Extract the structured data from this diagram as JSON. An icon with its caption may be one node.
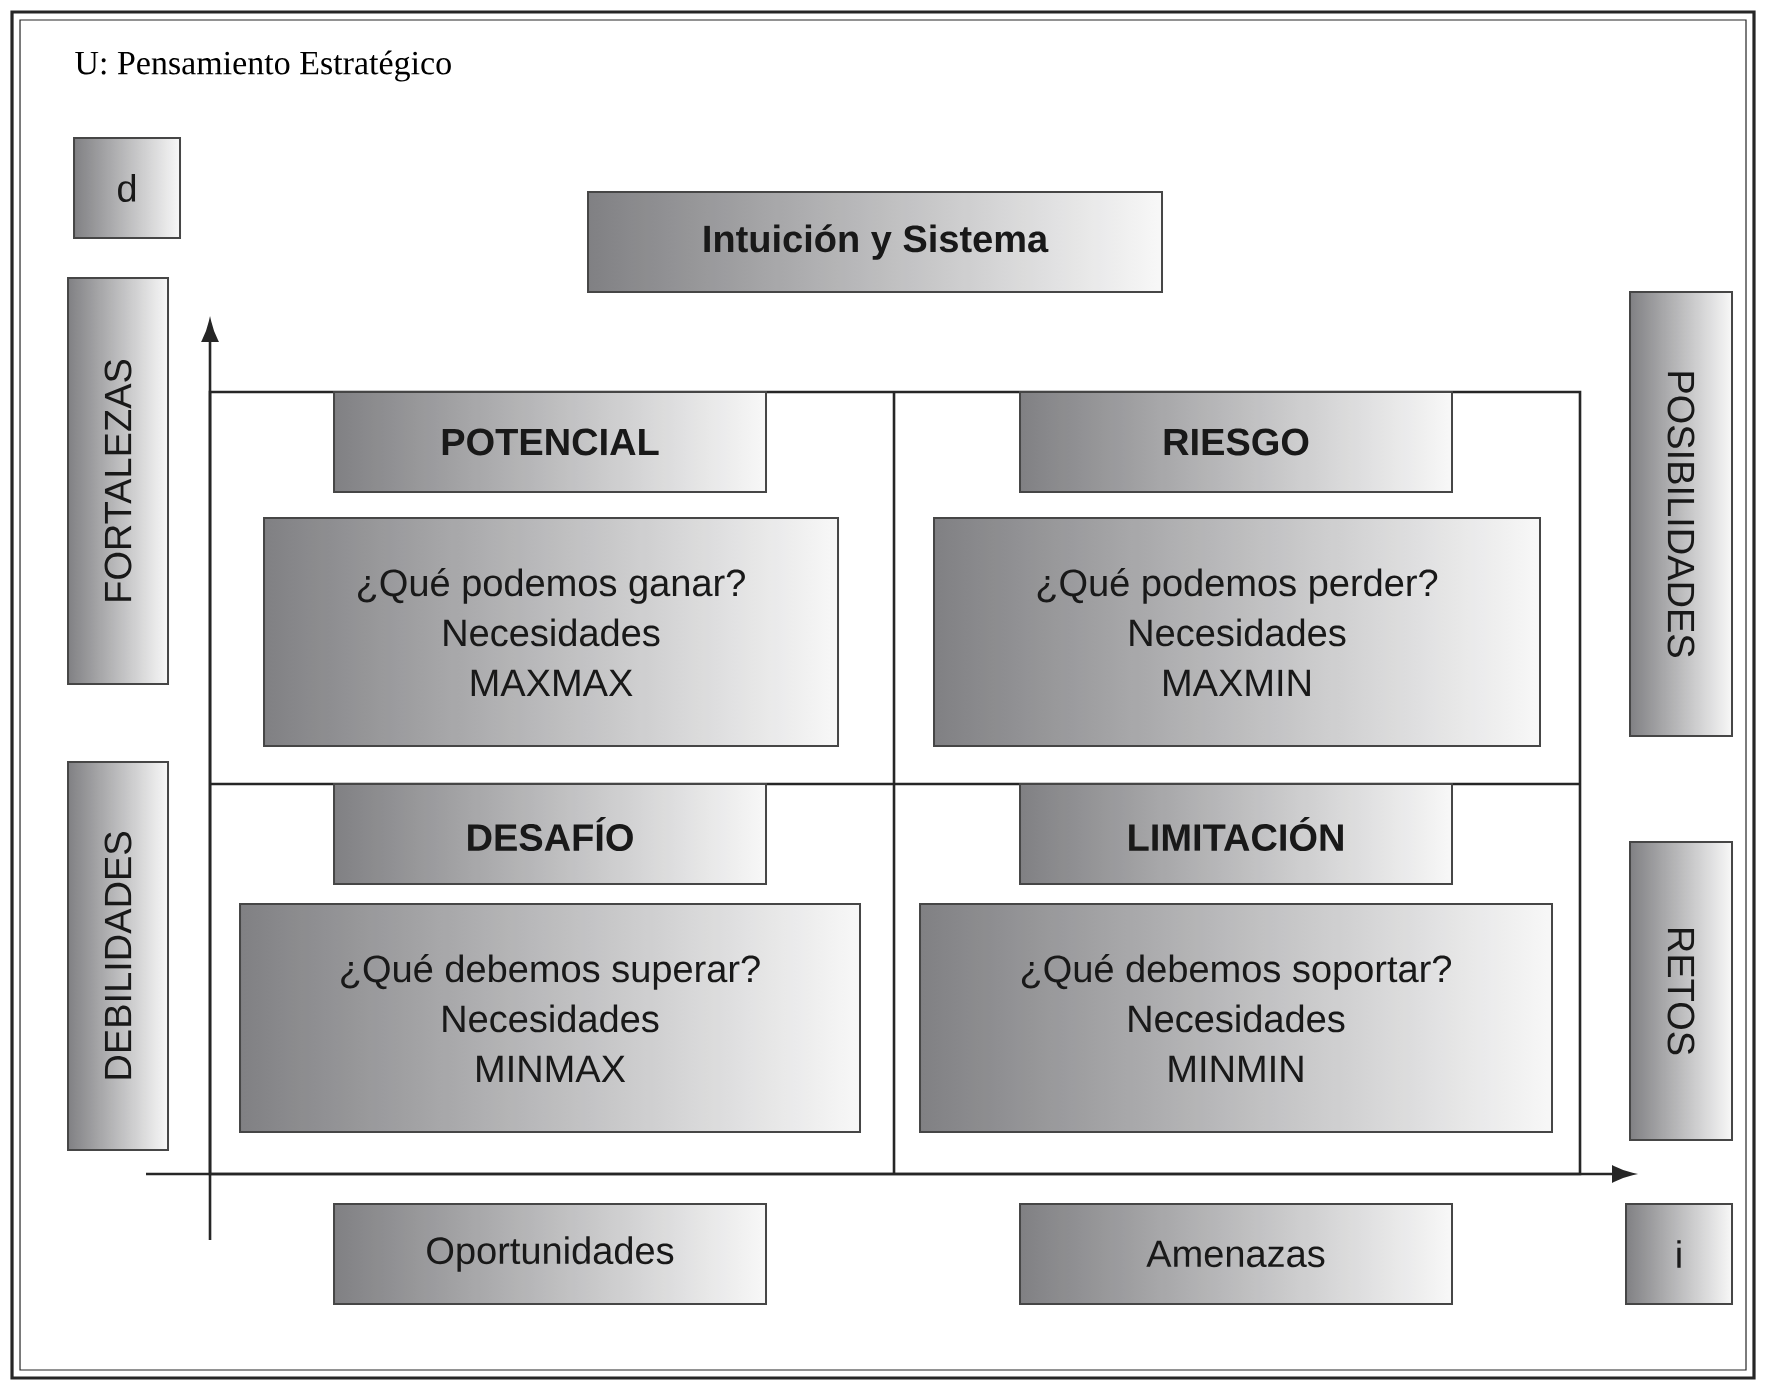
{
  "diagram": {
    "title": "U: Pensamiento Estratégico",
    "nodes": [
      {
        "text": [
          "d"
        ]
      },
      {
        "text": [
          "Intuición y Sistema"
        ]
      },
      {
        "text": [
          "FORTALEZAS"
        ]
      },
      {
        "text": [
          "POSIBILIDADES"
        ]
      },
      {
        "text": [
          "POTENCIAL"
        ]
      },
      {
        "text": [
          "RIESGO"
        ]
      },
      {
        "text": [
          "¿Qué podemos ganar?",
          "Necesidades",
          "MAXMAX"
        ]
      },
      {
        "text": [
          "¿Qué podemos perder?",
          "Necesidades",
          "MAXMIN"
        ]
      },
      {
        "text": [
          "DEBILIDADES"
        ]
      },
      {
        "text": [
          "DESAFÍO"
        ]
      },
      {
        "text": [
          "LIMITACIÓN"
        ]
      },
      {
        "text": [
          "RETOS"
        ]
      },
      {
        "text": [
          "¿Qué debemos superar?",
          "Necesidades",
          "MINMAX"
        ]
      },
      {
        "text": [
          "¿Qué debemos soportar?",
          "Necesidades",
          "MINMIN"
        ]
      },
      {
        "text": [
          "Oportunidades"
        ]
      },
      {
        "text": [
          "Amenazas"
        ]
      },
      {
        "text": [
          "i"
        ]
      }
    ]
  }
}
